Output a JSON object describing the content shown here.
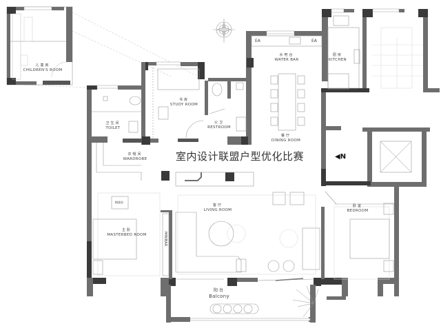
{
  "title": "室内设计联盟户型优化比赛",
  "north_marker": "N",
  "compass": "compass-rose",
  "colors": {
    "wall_dark": "#3a3a3a",
    "wall_mid": "#6e6e6e",
    "line": "#9a9a9a",
    "light_line": "#cfcfcf",
    "background": "#ffffff"
  },
  "rooms": [
    {
      "id": "children",
      "cn": "儿童房",
      "en": "CHILDREN'S ROOM"
    },
    {
      "id": "water_bar",
      "cn": "水吧台",
      "en": "WATER BAR"
    },
    {
      "id": "kitchen",
      "cn": "厨房",
      "en": "KITCHEN"
    },
    {
      "id": "study",
      "cn": "书房",
      "en": "STUDY ROOM"
    },
    {
      "id": "toilet",
      "cn": "卫生间",
      "en": "TOILET"
    },
    {
      "id": "restroom",
      "cn": "公卫",
      "en": "RESTROOM"
    },
    {
      "id": "dining",
      "cn": "餐厅",
      "en": "DINING ROOM"
    },
    {
      "id": "wardrobe",
      "cn": "衣帽间",
      "en": "WARDROBE"
    },
    {
      "id": "living",
      "cn": "客厅",
      "en": "LIVING ROOM"
    },
    {
      "id": "masterbed",
      "cn": "主卧",
      "en": "MASTERBED ROOM"
    },
    {
      "id": "bedroom",
      "cn": "卧室",
      "en": "BEDROOM"
    },
    {
      "id": "balcony",
      "cn": "阳台",
      "en": "Balcony"
    }
  ],
  "annotations": {
    "ea_left": "EA",
    "ea_right": "EA",
    "minibar": "MINIBAR",
    "vanity": "梳妆台"
  }
}
